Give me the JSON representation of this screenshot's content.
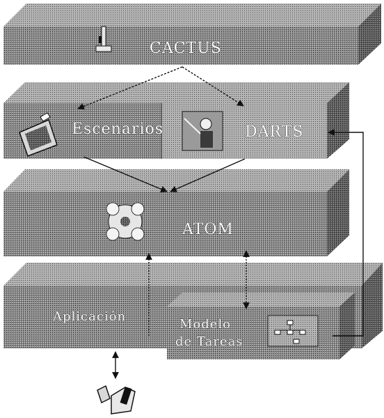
{
  "layers": {
    "cactus": "CACTUS",
    "escenarios": "Escenarios",
    "darts": "DARTS",
    "atom": "ATOM",
    "aplicacion": "Aplicación",
    "modelo_line1": "Modelo",
    "modelo_line2": "de Tareas"
  }
}
